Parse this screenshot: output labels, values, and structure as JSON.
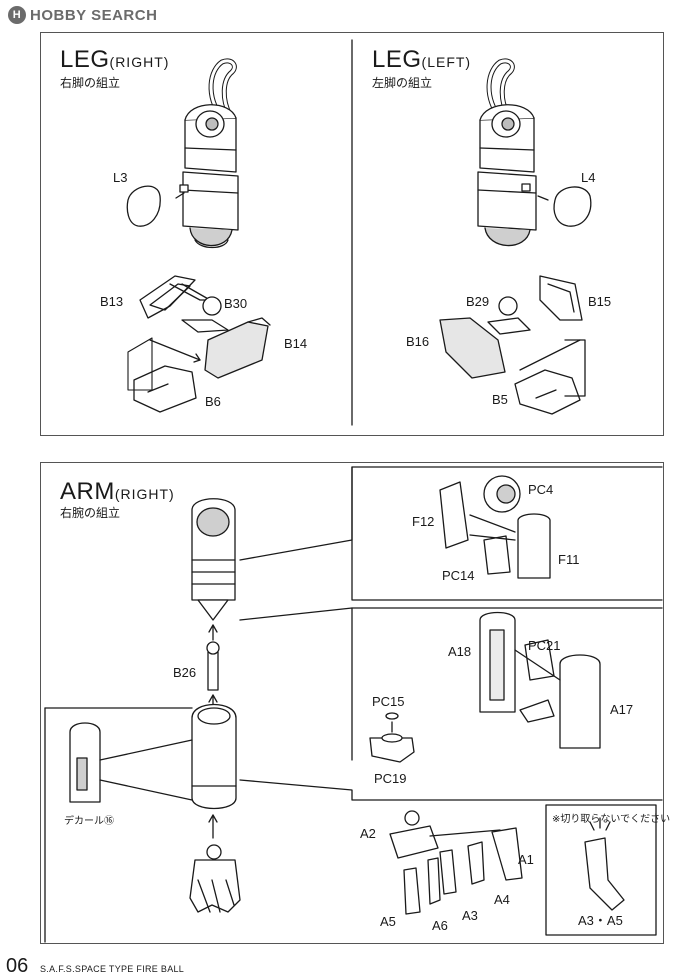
{
  "watermark": {
    "logo": "H",
    "text": "HOBBY SEARCH"
  },
  "leg_right": {
    "title": "LEG",
    "title_sub": "(RIGHT)",
    "subtitle": "右脚の組立",
    "parts": {
      "l3": "L3",
      "b13": "B13",
      "b30": "B30",
      "b14": "B14",
      "b6": "B6"
    }
  },
  "leg_left": {
    "title": "LEG",
    "title_sub": "(LEFT)",
    "subtitle": "左脚の組立",
    "parts": {
      "l4": "L4",
      "b29": "B29",
      "b15": "B15",
      "b16": "B16",
      "b5": "B5"
    }
  },
  "arm_right": {
    "title": "ARM",
    "title_sub": "(RIGHT)",
    "subtitle": "右腕の組立",
    "parts": {
      "b26": "B26",
      "decal": "デカール⑯",
      "pc4": "PC4",
      "f12": "F12",
      "f11": "F11",
      "pc14": "PC14",
      "a18": "A18",
      "pc21": "PC21",
      "a17": "A17",
      "pc15": "PC15",
      "pc19": "PC19",
      "a2": "A2",
      "a1": "A1",
      "a4": "A4",
      "a3": "A3",
      "a5": "A5",
      "a6": "A6",
      "note_label": "A3・A5"
    },
    "note": "※切り取らないでください"
  },
  "footer": {
    "page": "06",
    "text": "S.A.F.S.SPACE TYPE FIRE BALL"
  },
  "colors": {
    "ink": "#1a1a1a",
    "panel_border": "#555555",
    "shade": "#cfcfcf",
    "watermark": "#6b6b6b"
  }
}
